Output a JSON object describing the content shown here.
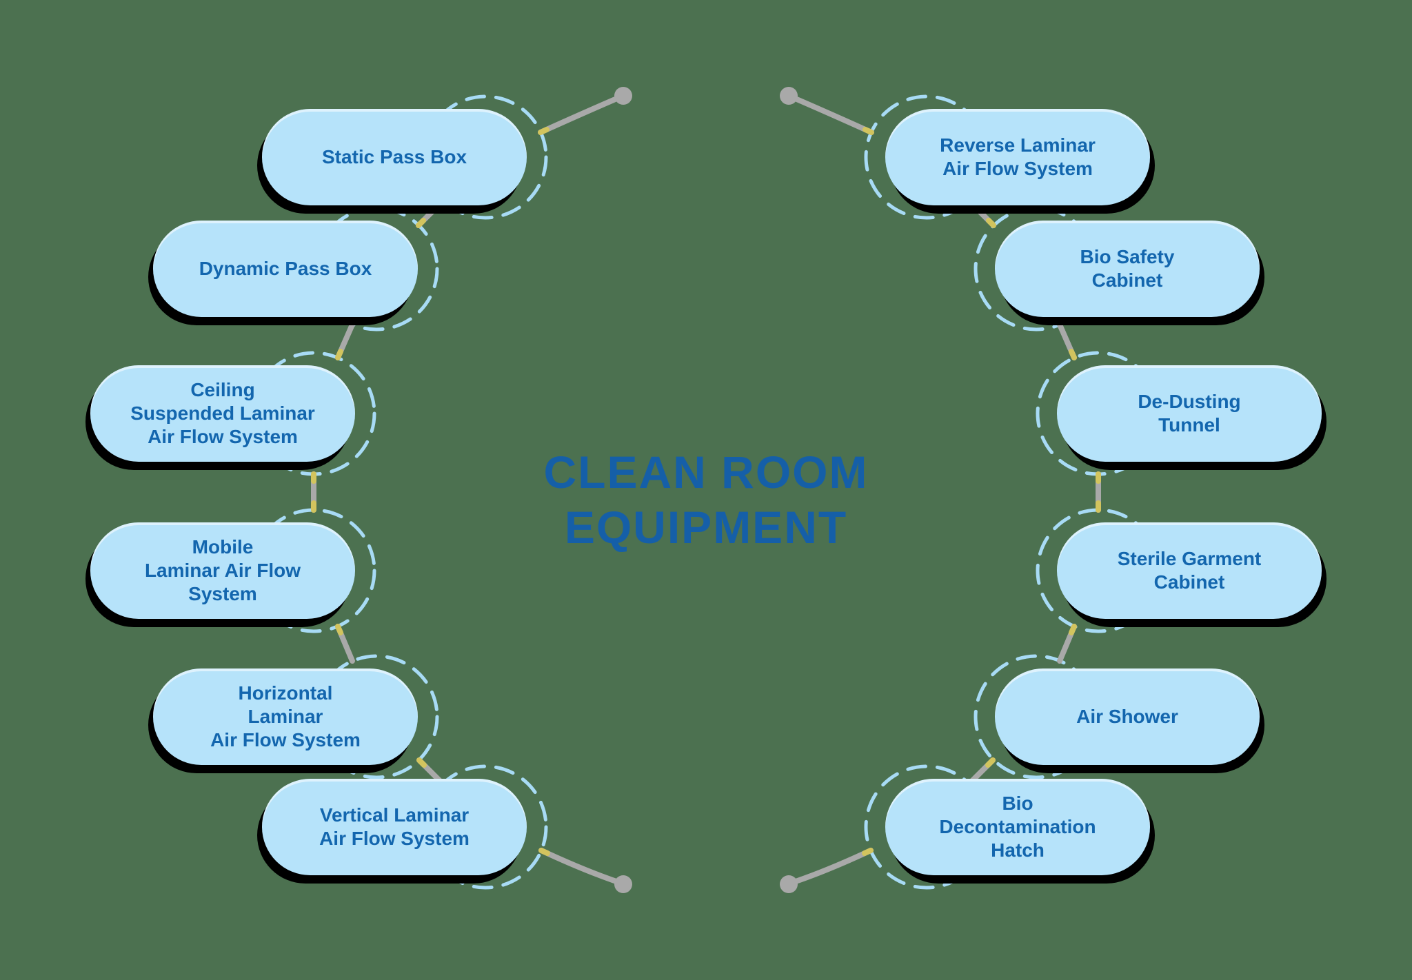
{
  "title": "CLEAN ROOM\nEQUIPMENT",
  "items": [
    {
      "label": "Static Pass Box"
    },
    {
      "label": "Dynamic Pass Box"
    },
    {
      "label": "Ceiling\nSuspended Laminar\nAir Flow System"
    },
    {
      "label": "Mobile\nLaminar Air Flow\nSystem"
    },
    {
      "label": "Horizontal\nLaminar\nAir Flow System"
    },
    {
      "label": "Vertical Laminar\nAir Flow System"
    },
    {
      "label": "Reverse Laminar\nAir Flow System"
    },
    {
      "label": "Bio Safety\nCabinet"
    },
    {
      "label": "De-Dusting\nTunnel"
    },
    {
      "label": "Sterile Garment\nCabinet"
    },
    {
      "label": "Air Shower"
    },
    {
      "label": "Bio\nDecontamination\nHatch"
    }
  ],
  "colors": {
    "background": "#4c7150",
    "pill_fill": "#b6e3fa",
    "pill_text": "#1366ae",
    "title_color": "#155fa8",
    "dash": "#a8dbf5",
    "connector": "#a9a9a9",
    "tick": "#d2c45e",
    "shadow": "#000000"
  }
}
